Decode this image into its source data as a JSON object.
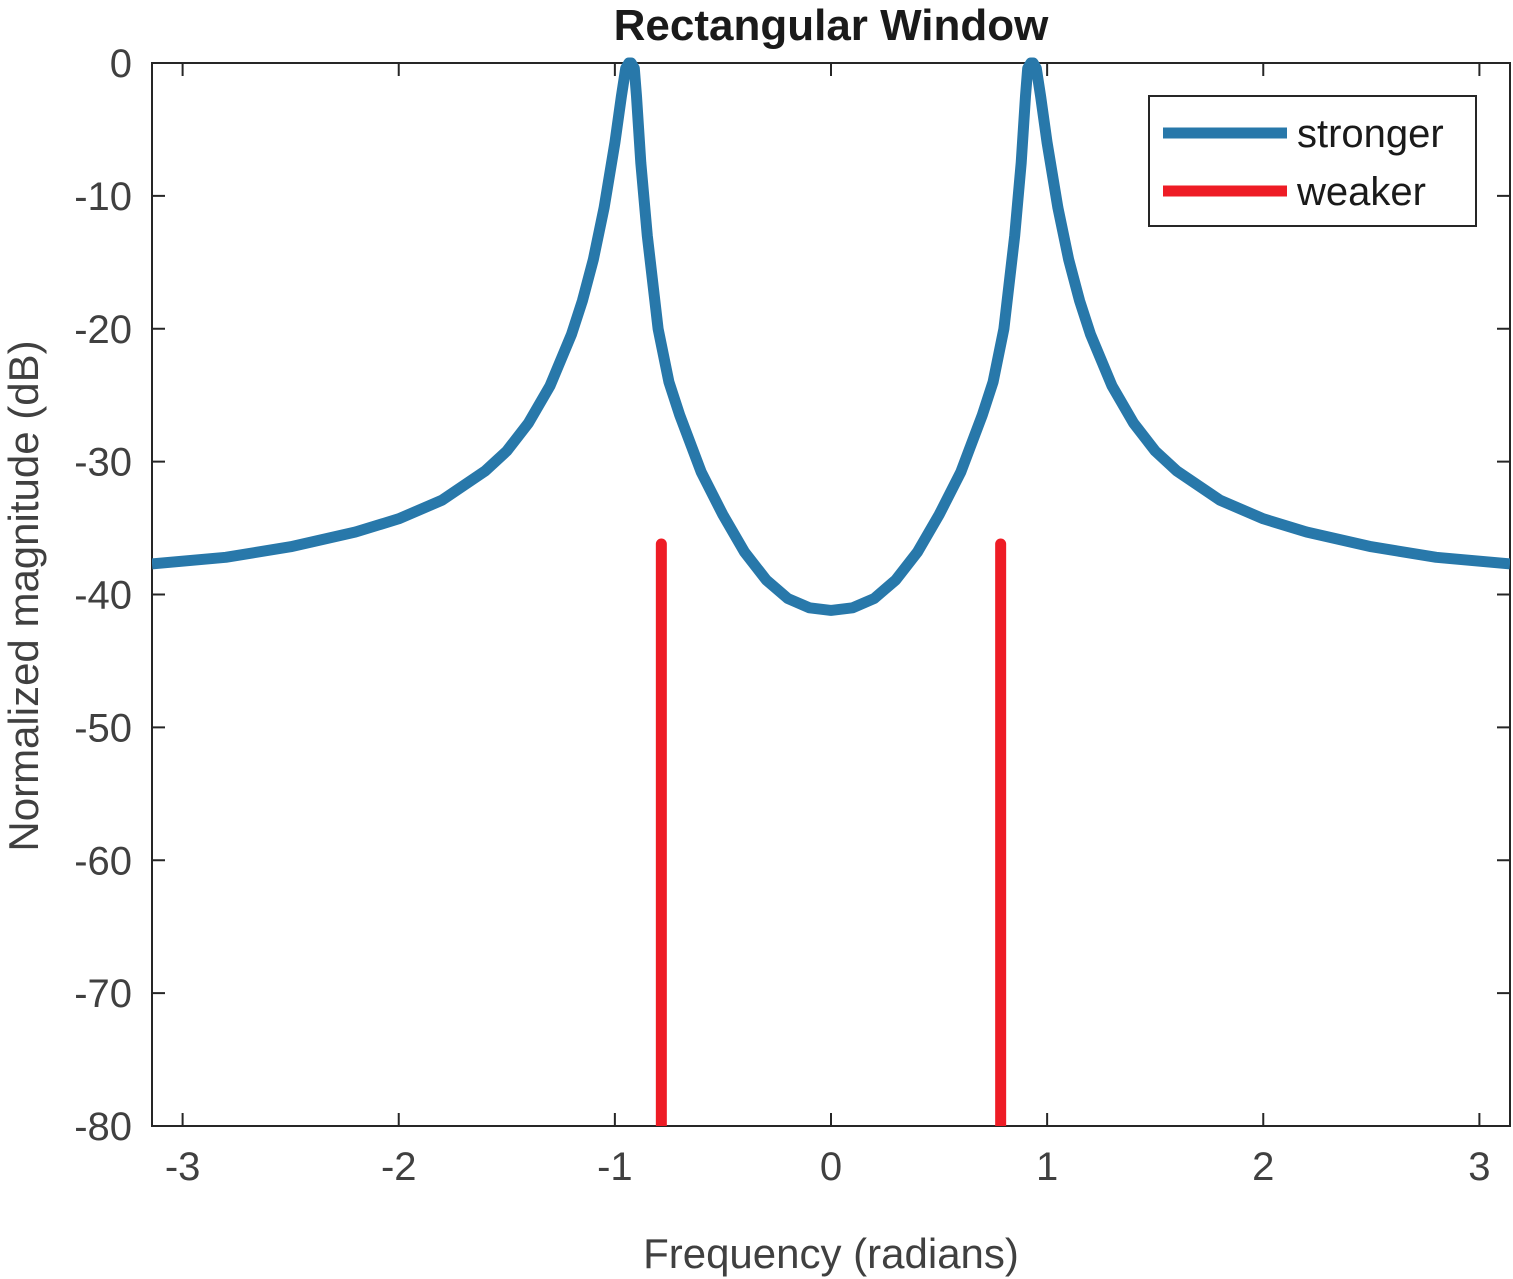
{
  "chart_data": {
    "type": "line",
    "title": "Rectangular Window",
    "xlabel": "Frequency (radians)",
    "ylabel": "Normalized magnitude (dB)",
    "xlim": [
      -3.1416,
      3.1416
    ],
    "ylim": [
      -80,
      0
    ],
    "xticks": [
      -3,
      -2,
      -1,
      0,
      1,
      2,
      3
    ],
    "xtick_labels": [
      "-3",
      "-2",
      "-1",
      "0",
      "1",
      "2",
      "3"
    ],
    "yticks": [
      0,
      -10,
      -20,
      -30,
      -40,
      -50,
      -60,
      -70,
      -80
    ],
    "ytick_labels": [
      "0",
      "-10",
      "-20",
      "-30",
      "-40",
      "-50",
      "-60",
      "-70",
      "-80"
    ],
    "grid": false,
    "legend_position": "top-right",
    "series": [
      {
        "name": "stronger",
        "color": "#2878aa",
        "x": [
          -3.1416,
          -2.8,
          -2.5,
          -2.2,
          -2.0,
          -1.8,
          -1.6,
          -1.5,
          -1.4,
          -1.3,
          -1.2,
          -1.15,
          -1.1,
          -1.05,
          -1.0,
          -0.97,
          -0.95,
          -0.935,
          -0.925,
          -0.91,
          -0.9,
          -0.88,
          -0.85,
          -0.8,
          -0.75,
          -0.7,
          -0.6,
          -0.5,
          -0.4,
          -0.3,
          -0.2,
          -0.1,
          0.0,
          0.1,
          0.2,
          0.3,
          0.4,
          0.5,
          0.6,
          0.7,
          0.75,
          0.8,
          0.85,
          0.88,
          0.9,
          0.91,
          0.925,
          0.935,
          0.95,
          0.97,
          1.0,
          1.05,
          1.1,
          1.15,
          1.2,
          1.3,
          1.4,
          1.5,
          1.6,
          1.8,
          2.0,
          2.2,
          2.5,
          2.8,
          3.1416
        ],
        "y": [
          -37.7,
          -37.2,
          -36.4,
          -35.3,
          -34.3,
          -32.9,
          -30.7,
          -29.2,
          -27.1,
          -24.3,
          -20.4,
          -17.9,
          -14.8,
          -10.9,
          -6.0,
          -2.5,
          -0.4,
          0.0,
          0.0,
          -0.4,
          -2.5,
          -7.5,
          -13.0,
          -20.0,
          -24.0,
          -26.5,
          -30.8,
          -34.0,
          -36.8,
          -38.9,
          -40.3,
          -41.0,
          -41.2,
          -41.0,
          -40.3,
          -38.9,
          -36.8,
          -34.0,
          -30.8,
          -26.5,
          -24.0,
          -20.0,
          -13.0,
          -7.5,
          -2.5,
          -0.4,
          0.0,
          0.0,
          -0.4,
          -2.5,
          -6.0,
          -10.9,
          -14.8,
          -17.9,
          -20.4,
          -24.3,
          -27.1,
          -29.2,
          -30.7,
          -32.9,
          -34.3,
          -35.3,
          -36.4,
          -37.2,
          -37.7
        ]
      },
      {
        "name": "weaker",
        "color": "#ee1c25",
        "stems": [
          {
            "x": -0.785,
            "y": -36.2
          },
          {
            "x": 0.785,
            "y": -36.2
          }
        ],
        "baseline": -80
      }
    ]
  }
}
